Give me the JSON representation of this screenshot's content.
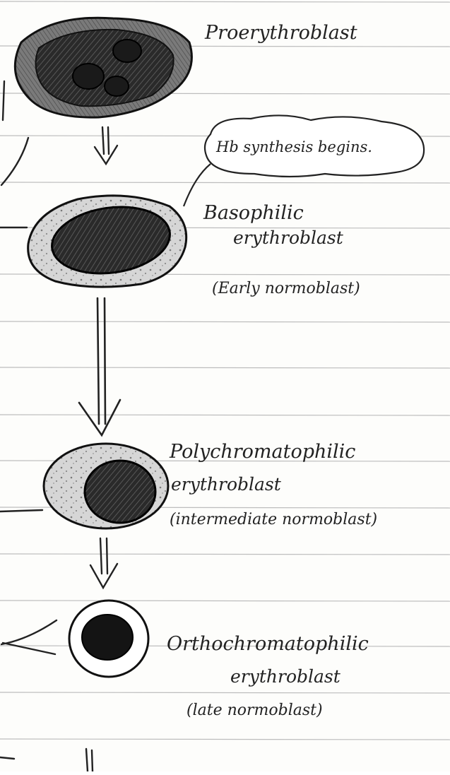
{
  "stages": [
    {
      "name": "Proerythroblast",
      "sub": "",
      "alt": ""
    },
    {
      "name": "Basophilic",
      "sub": "erythroblast",
      "alt": "(Early normoblast)"
    },
    {
      "name": "Polychromatophilic",
      "sub": "erythroblast",
      "alt": "(intermediate normoblast)"
    },
    {
      "name": "Orthochromatophilic",
      "sub": "erythroblast",
      "alt": "(late normoblast)"
    }
  ],
  "callout": {
    "text": "Hb synthesis begins."
  },
  "colors": {
    "paper": "#fdfdfb",
    "rule_line": "#b9b9b9",
    "ink": "#222222",
    "nucleus": "#1b1b1b",
    "cytoplasm_dark": "#5a5a5a",
    "cytoplasm_light": "#cfcfcf"
  }
}
